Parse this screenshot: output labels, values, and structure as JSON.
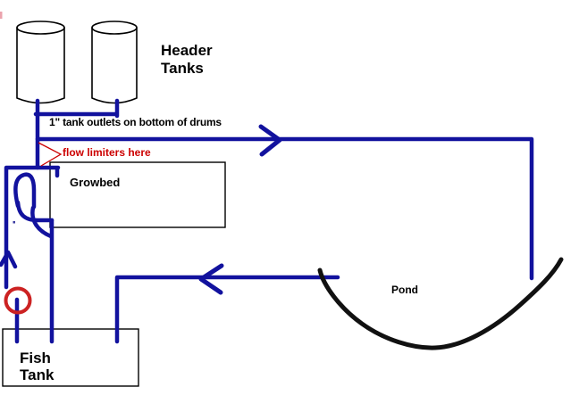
{
  "diagram": {
    "type": "aquaponics-plumbing-sketch",
    "background": "#ffffff",
    "colors": {
      "pipe": "#12129e",
      "annotation_red": "#cc0000",
      "pump_red": "#cc2222",
      "outline": "#000000",
      "pond_stroke": "#111111"
    },
    "labels": {
      "header_tanks": "Header\nTanks",
      "outlets_note": "1\" tank outlets on bottom of drums",
      "flow_limiters": "flow limiters here",
      "growbed": "Growbed",
      "pond": "Pond",
      "fish_tank": "Fish\nTank"
    },
    "components": {
      "header_drum_count": 2,
      "boxes": [
        "growbed",
        "fish-tank"
      ],
      "pump": "red-circle",
      "arrows": [
        "flow-right-to-pond",
        "flow-left-to-fish-tank",
        "flow-up-from-pump"
      ]
    }
  }
}
